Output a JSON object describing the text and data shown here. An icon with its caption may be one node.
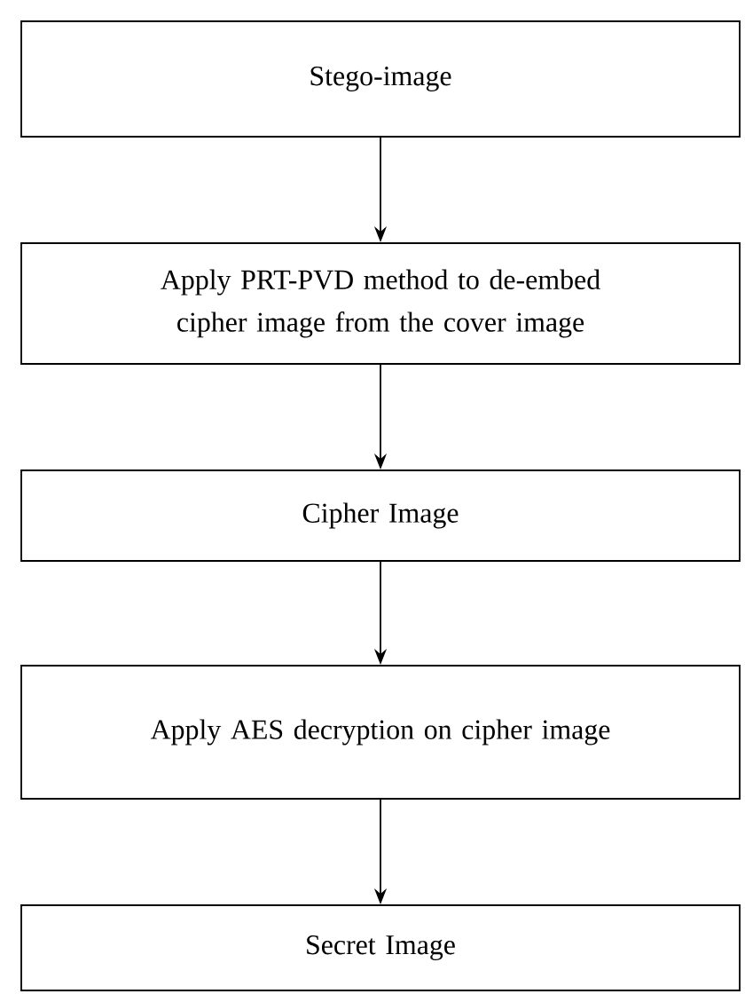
{
  "diagram": {
    "nodes": [
      {
        "text": [
          "Stego-image"
        ]
      },
      {
        "text": [
          "Apply PRT-PVD method to de-embed cipher image from the cover image"
        ]
      },
      {
        "text": [
          "Cipher Image"
        ]
      },
      {
        "text": [
          "Apply AES decryption on cipher image"
        ]
      },
      {
        "text": [
          "Secret Image"
        ]
      }
    ],
    "edges": [
      {
        "from": 0,
        "to": 1,
        "arrow": "to"
      },
      {
        "from": 1,
        "to": 2,
        "arrow": "to"
      },
      {
        "from": 2,
        "to": 3,
        "arrow": "to"
      },
      {
        "from": 3,
        "to": 4,
        "arrow": "to"
      }
    ]
  }
}
